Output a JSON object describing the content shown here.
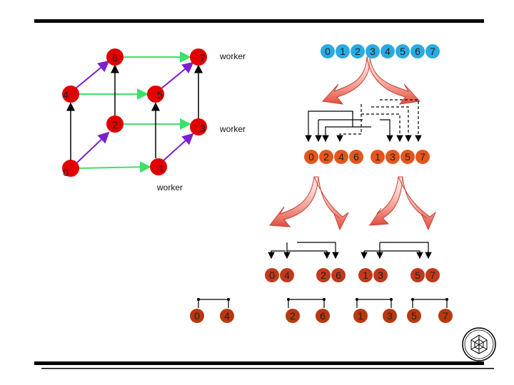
{
  "cube": {
    "nodes": [
      "0",
      "1",
      "2",
      "3",
      "4",
      "5",
      "6",
      "7"
    ],
    "worker_labels": [
      "worker",
      "worker",
      "worker"
    ]
  },
  "tree": {
    "root": [
      "0",
      "1",
      "2",
      "3",
      "4",
      "5",
      "6",
      "7"
    ],
    "level1_left": [
      "0",
      "2",
      "4",
      "6"
    ],
    "level1_right": [
      "1",
      "3",
      "5",
      "7"
    ],
    "level2": [
      [
        "0",
        "4"
      ],
      [
        "2",
        "6"
      ],
      [
        "1",
        "3"
      ],
      [
        "5",
        "7"
      ]
    ],
    "leaves": [
      "0",
      "4",
      "2",
      "6",
      "1",
      "3",
      "5",
      "7"
    ]
  },
  "colors": {
    "cube_node": "#e00000",
    "root_node": "#29abe2",
    "level1_node": "#e5561c",
    "level2_node": "#c0391b",
    "leaf_node": "#b8380e",
    "green_edge": "#3ee06a",
    "purple_edge": "#7b1fd0",
    "arrow": "#e34a3a"
  },
  "icons": {
    "logo": "university-seal-icon"
  }
}
